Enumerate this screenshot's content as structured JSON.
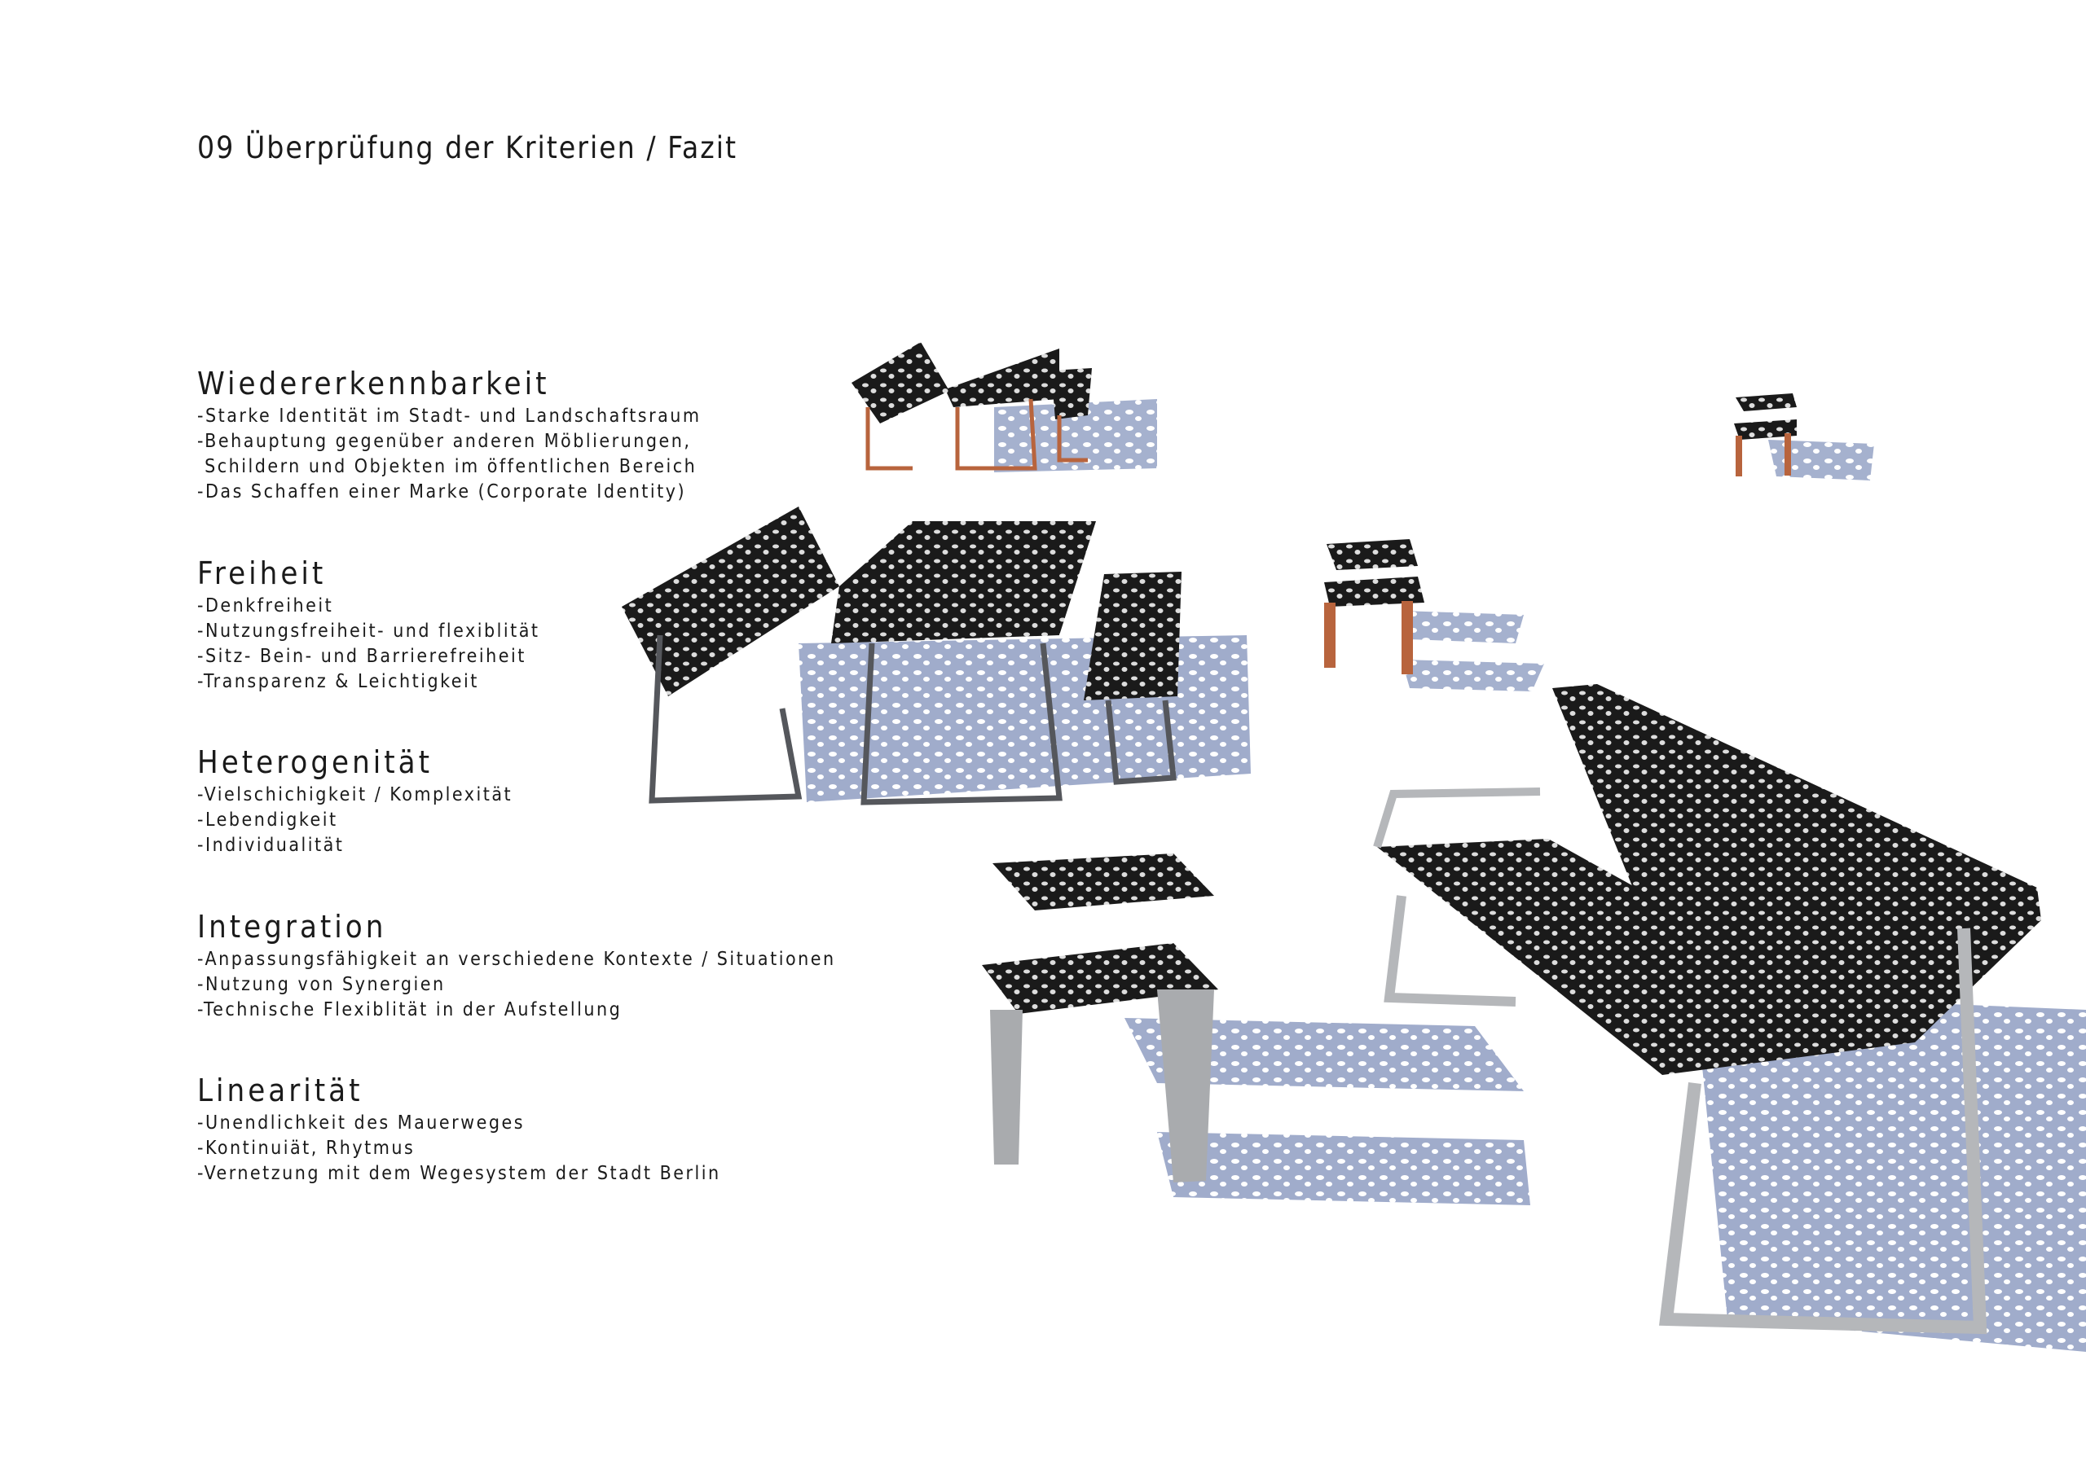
{
  "title": "09 Überprüfung der Kriterien / Fazit",
  "sections": [
    {
      "heading": "Wiedererkennbarkeit",
      "items": [
        "-Starke Identität im Stadt- und Landschaftsraum",
        "-Behauptung gegenüber anderen Möblierungen,",
        " Schildern und Objekten im öffentlichen Bereich",
        "-Das Schaffen einer Marke (Corporate Identity)"
      ]
    },
    {
      "heading": "Freiheit",
      "items": [
        "-Denkfreiheit",
        "-Nutzungsfreiheit- und flexiblität",
        "-Sitz- Bein- und Barrierefreiheit",
        "-Transparenz & Leichtigkeit"
      ]
    },
    {
      "heading": "Heterogenität",
      "items": [
        "-Vielschichigkeit / Komplexität",
        "-Lebendigkeit",
        "-Individualität"
      ]
    },
    {
      "heading": "Integration",
      "items": [
        "-Anpassungsfähigkeit an verschiedene Kontexte / Situationen",
        "-Nutzung von Synergien",
        "-Technische Flexiblität in der Aufstellung"
      ]
    },
    {
      "heading": "Linearität",
      "items": [
        "-Unendlichkeit des Mauerweges",
        "-Kontinuiät, Rhytmus",
        "-Vernetzung mit dem Wegesystem der Stadt Berlin"
      ]
    }
  ],
  "colors": {
    "rust": "#b8643d",
    "dark": "#4a4c52",
    "silver": "#b9bbbe",
    "shadow": "#8d9bc0"
  }
}
